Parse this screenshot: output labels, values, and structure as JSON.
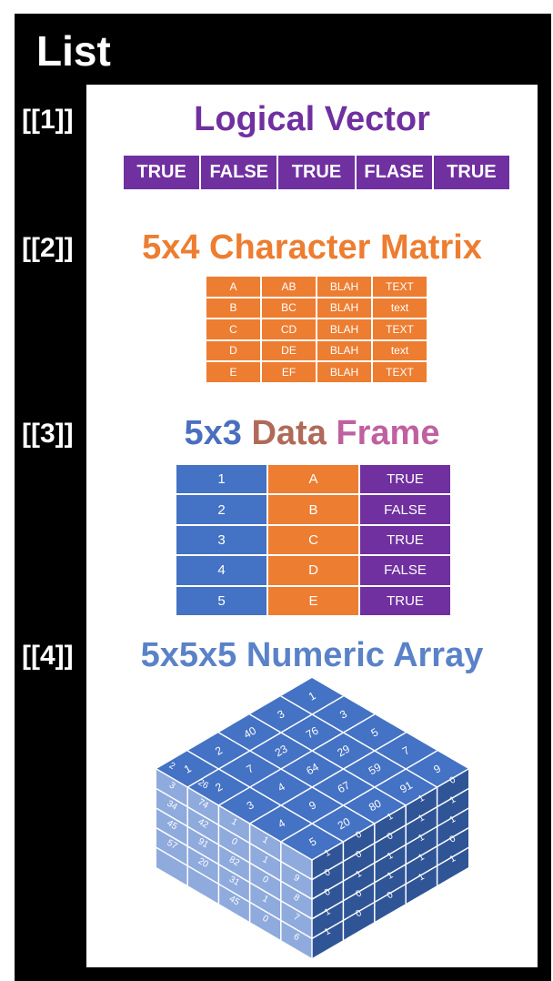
{
  "title": "List",
  "items": [
    {
      "index": "[[1]]",
      "heading": "Logical Vector"
    },
    {
      "index": "[[2]]",
      "heading": "5x4 Character Matrix"
    },
    {
      "index": "[[3]]",
      "heading_parts": [
        "5x3",
        "Data",
        "Frame"
      ]
    },
    {
      "index": "[[4]]",
      "heading": "5x5x5 Numeric Array"
    }
  ],
  "vector": [
    "TRUE",
    "FALSE",
    "TRUE",
    "FLASE",
    "TRUE"
  ],
  "matrix": [
    [
      "A",
      "AB",
      "BLAH",
      "TEXT"
    ],
    [
      "B",
      "BC",
      "BLAH",
      "text"
    ],
    [
      "C",
      "CD",
      "BLAH",
      "TEXT"
    ],
    [
      "D",
      "DE",
      "BLAH",
      "text"
    ],
    [
      "E",
      "EF",
      "BLAH",
      "TEXT"
    ]
  ],
  "dataframe": [
    [
      "1",
      "A",
      "TRUE"
    ],
    [
      "2",
      "B",
      "FALSE"
    ],
    [
      "3",
      "C",
      "TRUE"
    ],
    [
      "4",
      "D",
      "FALSE"
    ],
    [
      "5",
      "E",
      "TRUE"
    ]
  ],
  "array": {
    "top": [
      [
        "1",
        "3",
        "40",
        "2",
        "1"
      ],
      [
        "3",
        "76",
        "23",
        "7",
        "2"
      ],
      [
        "5",
        "29",
        "64",
        "4",
        "3"
      ],
      [
        "7",
        "59",
        "67",
        "9",
        "4"
      ],
      [
        "9",
        "91",
        "80",
        "20",
        "5"
      ]
    ],
    "front": [
      [
        "2",
        "26",
        "",
        "",
        ""
      ],
      [
        "3",
        "74",
        "1",
        "1",
        ""
      ],
      [
        "34",
        "42",
        "0",
        "1",
        "9"
      ],
      [
        "45",
        "91",
        "82",
        "0",
        "8"
      ],
      [
        "57",
        "20",
        "31",
        "1",
        "7"
      ],
      [
        "",
        "",
        "45",
        "0",
        "6"
      ],
      [
        "",
        "",
        "",
        "1",
        "5"
      ]
    ],
    "side": [
      [
        "1",
        "0",
        "1",
        "1",
        "0"
      ],
      [
        "0",
        "0",
        "0",
        "1",
        "1"
      ],
      [
        "0",
        "1",
        "1",
        "1",
        "1"
      ],
      [
        "1",
        "0",
        "1",
        "1",
        "0"
      ],
      [
        "1",
        "0",
        "0",
        "1",
        "1"
      ]
    ]
  },
  "colors": {
    "background": "#000000",
    "panel": "#ffffff",
    "purple": "#7030a0",
    "orange": "#ed7d31",
    "blue": "#4472c4",
    "blue_light": "#8faadc",
    "blue_dark": "#2f5597"
  }
}
